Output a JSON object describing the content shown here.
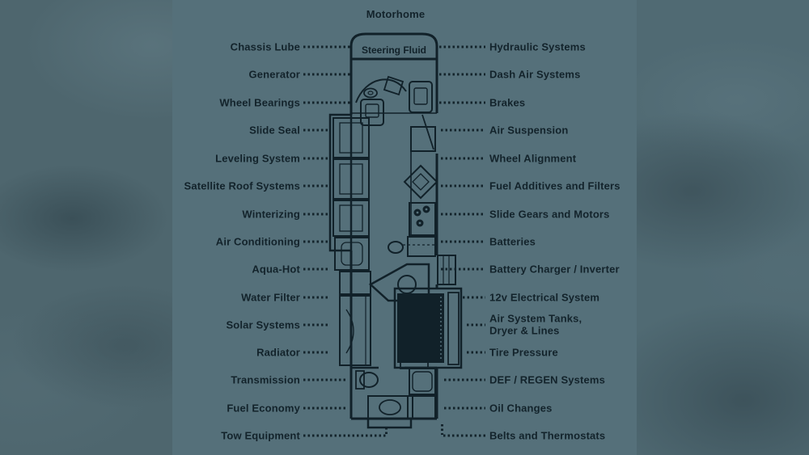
{
  "diagram": {
    "title": "Motorhome",
    "steering_fluid_label": "Steering Fluid",
    "colors": {
      "ink": "#13232b",
      "panel_background": "#55707a",
      "side_background_left": "#4e666e",
      "side_background_right": "#506a73"
    },
    "rows": [
      {
        "left": "Chassis Lube",
        "right": "Hydraulic Systems"
      },
      {
        "left": "Generator",
        "right": "Dash Air Systems"
      },
      {
        "left": "Wheel Bearings",
        "right": "Brakes"
      },
      {
        "left": "Slide Seal",
        "right": "Air Suspension"
      },
      {
        "left": "Leveling System",
        "right": "Wheel Alignment"
      },
      {
        "left": "Satellite Roof Systems",
        "right": "Fuel Additives and Filters"
      },
      {
        "left": "Winterizing",
        "right": "Slide Gears and Motors"
      },
      {
        "left": "Air Conditioning",
        "right": "Batteries"
      },
      {
        "left": "Aqua-Hot",
        "right": "Battery Charger / Inverter"
      },
      {
        "left": "Water Filter",
        "right": "12v Electrical System"
      },
      {
        "left": "Solar Systems",
        "right": "Air System Tanks,\nDryer & Lines"
      },
      {
        "left": "Radiator",
        "right": "Tire Pressure"
      },
      {
        "left": "Transmission",
        "right": "DEF / REGEN Systems"
      },
      {
        "left": "Fuel Economy",
        "right": "Oil Changes"
      },
      {
        "left": "Tow Equipment",
        "right": "Belts and Thermostats"
      }
    ]
  }
}
